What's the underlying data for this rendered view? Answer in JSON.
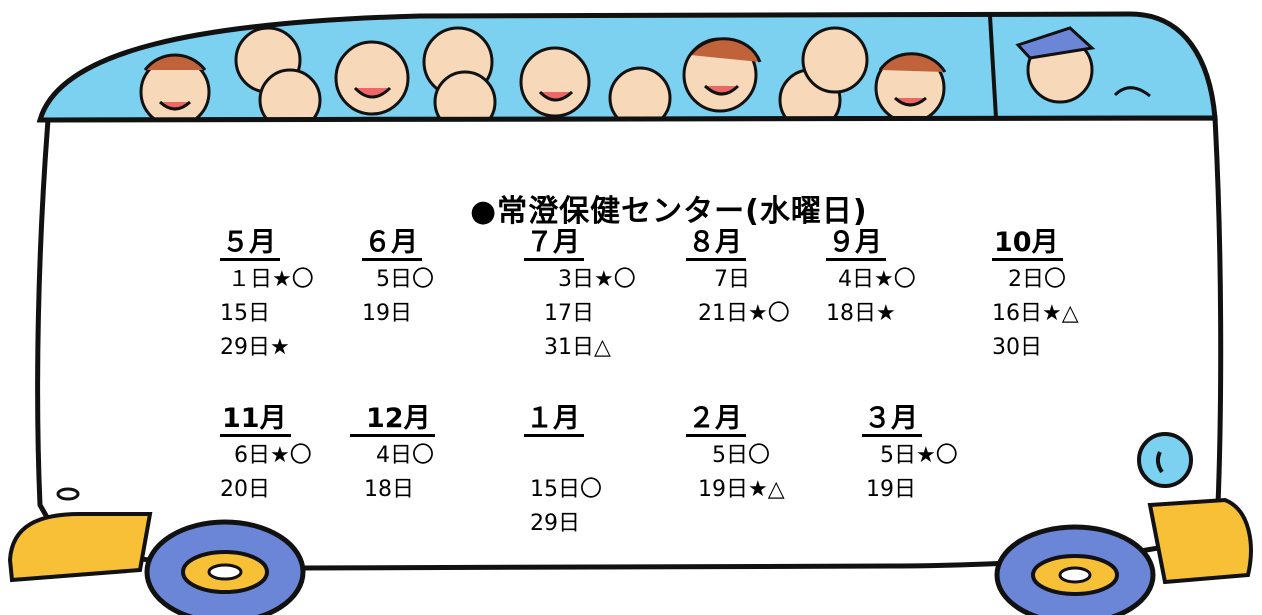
{
  "title": "●常澄保健センター(水曜日)",
  "months": [
    {
      "label": "５月",
      "dates": [
        "１日★〇",
        "15日",
        "29日★"
      ]
    },
    {
      "label": "６月",
      "dates": [
        "5日〇",
        "19日"
      ]
    },
    {
      "label": "７月",
      "dates": [
        "3日★〇",
        "17日",
        "31日△"
      ]
    },
    {
      "label": "８月",
      "dates": [
        "7日",
        "21日★〇"
      ]
    },
    {
      "label": "９月",
      "dates": [
        "4日★〇",
        "18日★"
      ]
    },
    {
      "label": "10月",
      "dates": [
        "2日〇",
        "16日★△",
        "30日"
      ]
    },
    {
      "label": "11月",
      "dates": [
        "6日★〇",
        "20日"
      ]
    },
    {
      "label": "12月",
      "dates": [
        "4日〇",
        "18日"
      ]
    },
    {
      "label": "１月",
      "dates": [
        "15日〇",
        "29日"
      ]
    },
    {
      "label": "２月",
      "dates": [
        "5日〇",
        "19日★△"
      ]
    },
    {
      "label": "３月",
      "dates": [
        "5日★〇",
        "19日"
      ]
    }
  ],
  "colors": {
    "bus_roof": "#7cd0f0",
    "bus_bumper": "#f7c036",
    "wheel": "#6b86d6",
    "hubcap": "#f7c036",
    "outline": "#111111"
  }
}
